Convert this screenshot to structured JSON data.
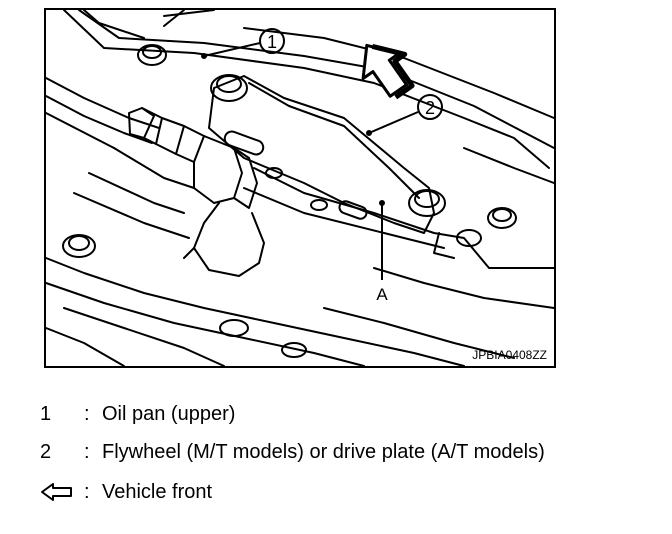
{
  "figure": {
    "callout_1": "1",
    "callout_2": "2",
    "label_a": "A",
    "figure_code": "JPBIA0408ZZ",
    "arrow_icon": "front-direction-arrow-icon"
  },
  "legend": [
    {
      "key": "1",
      "sep": ":",
      "text": "Oil pan (upper)"
    },
    {
      "key": "2",
      "sep": ":",
      "text": "Flywheel (M/T models) or drive plate (A/T models)"
    },
    {
      "key_icon": "outline-arrow-left-icon",
      "sep": ":",
      "text": "Vehicle front"
    }
  ]
}
